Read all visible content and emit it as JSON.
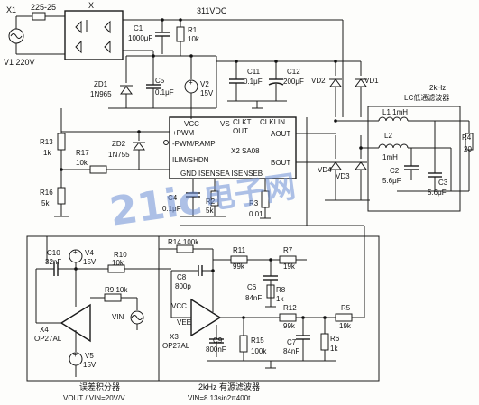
{
  "source": {
    "ref": "X1",
    "fuse": "225-25",
    "name": "V1 220V",
    "bridge": "X"
  },
  "dc_rail": "311VDC",
  "c1": "C1",
  "c1v": "1000μF",
  "r1": "R1",
  "r1v": "10k",
  "zd1": "ZD1",
  "zd1v": "1N965",
  "c5": "C5",
  "c5v": "0.1μF",
  "v2": "V2",
  "v2v": "15V",
  "c11": "C11",
  "c11v": "0.1μF",
  "c12": "C12",
  "c12v": "200μF",
  "vd2": "VD2",
  "vd1": "VD1",
  "vd4": "VD4",
  "vd3": "VD3",
  "lc_title_1": "2kHz",
  "lc_title_2": "LC低通滤波器",
  "l1": "L1 1mH",
  "l2a": "L2",
  "l2b": "1mH",
  "c2": "C2",
  "c2v": "5.6μF",
  "c3": "C3",
  "c3v": "5.6μF",
  "r4": "R4",
  "r4v": "20",
  "ic": {
    "vcc": "VCC",
    "vs": "VS",
    "clkt": "CLKT",
    "out": "OUT",
    "clki": "CLKI IN",
    "aout": "AOUT",
    "pwm": "+PWM",
    "pwmramp": "-PWM/RAMP",
    "ilim": "ILIM/SHDN",
    "name": "X2 SA08",
    "bout": "BOUT",
    "gnd": "GND ISENSEA ISENSEB"
  },
  "r13": "R13",
  "r13v": "1k",
  "r17": "R17",
  "r17v": "10k",
  "zd2": "ZD2",
  "zd2v": "1N755",
  "r16": "R16",
  "r16v": "5k",
  "c4": "C4",
  "c4v": "0.1μF",
  "r2": "R2",
  "r2v": "5k",
  "r3": "R3",
  "r3v": "0.01",
  "c10": "C10",
  "c10v": "32nF",
  "v4": "V4",
  "v4v": "15V",
  "r10": "R10",
  "r10v": "10k",
  "r9": "R9 10k",
  "vin": "VIN",
  "x4": "X4",
  "x4v": "OP27AL",
  "v5": "V5",
  "v5v": "15V",
  "r14": "R14 100k",
  "r11": "R11",
  "r11v": "99k",
  "r7": "R7",
  "r7v": "19k",
  "c8": "C8",
  "c8v": "800p",
  "c6": "C6",
  "c6v": "84nF",
  "r8": "R8",
  "r8v": "1k",
  "vcc2": "VCC",
  "vee2": "VEE",
  "x3": "X3",
  "x3v": "OP27AL",
  "r12": "R12",
  "r12v": "99k",
  "r5": "R5",
  "r5v": "19k",
  "c9": "C9",
  "c9v": "800nF",
  "r15": "R15",
  "r15v": "100k",
  "c7": "C7",
  "c7v": "84nF",
  "r6": "R6",
  "r6v": "1k",
  "cap_left_1": "误差积分器",
  "cap_left_2": "VOUT / VIN=20V/V",
  "cap_right_1": "2kHz 有源滤波器",
  "cap_right_2": "VIN=8.13sin2π400t",
  "watermark": "21ic",
  "watermark2": "电子网"
}
